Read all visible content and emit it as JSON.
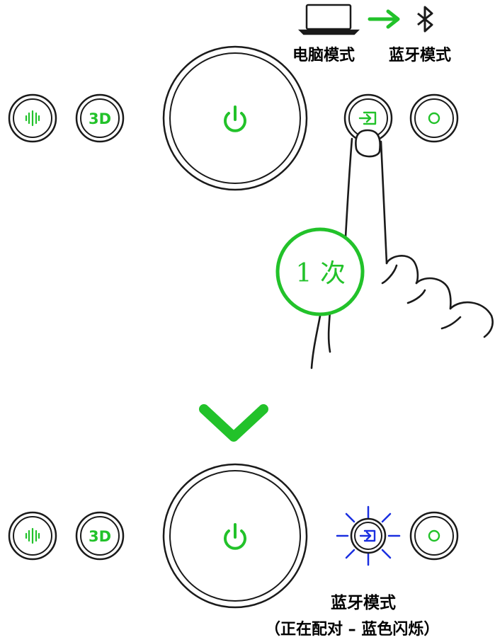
{
  "top_panel": {
    "mode_transition": {
      "from_label": "电脑模式",
      "from_icon": "laptop-icon",
      "arrow_icon": "right-arrow-icon",
      "to_icon": "bluetooth-icon",
      "to_label": "蓝牙模式"
    },
    "buttons": [
      {
        "name": "sound-wave-button",
        "icon": "sound-wave-icon"
      },
      {
        "name": "3d-button",
        "label": "3D"
      },
      {
        "name": "power-button",
        "icon": "power-icon"
      },
      {
        "name": "input-source-button",
        "icon": "input-source-icon"
      },
      {
        "name": "circle-button",
        "icon": "circle-icon"
      }
    ],
    "press_badge": {
      "count": "1",
      "unit": "次"
    }
  },
  "transition_icon": "chevron-down-icon",
  "bottom_panel": {
    "buttons": [
      {
        "name": "sound-wave-button",
        "icon": "sound-wave-icon"
      },
      {
        "name": "3d-button",
        "label": "3D"
      },
      {
        "name": "power-button",
        "icon": "power-icon"
      },
      {
        "name": "input-source-button-flashing",
        "icon": "input-source-icon"
      },
      {
        "name": "circle-button",
        "icon": "circle-icon"
      }
    ],
    "status_label": "蓝牙模式",
    "status_note": "（正在配对 – 蓝色闪烁）"
  },
  "colors": {
    "accent_green": "#22c22a",
    "flash_blue": "#1a2fe0",
    "outline": "#1a1a1a"
  }
}
